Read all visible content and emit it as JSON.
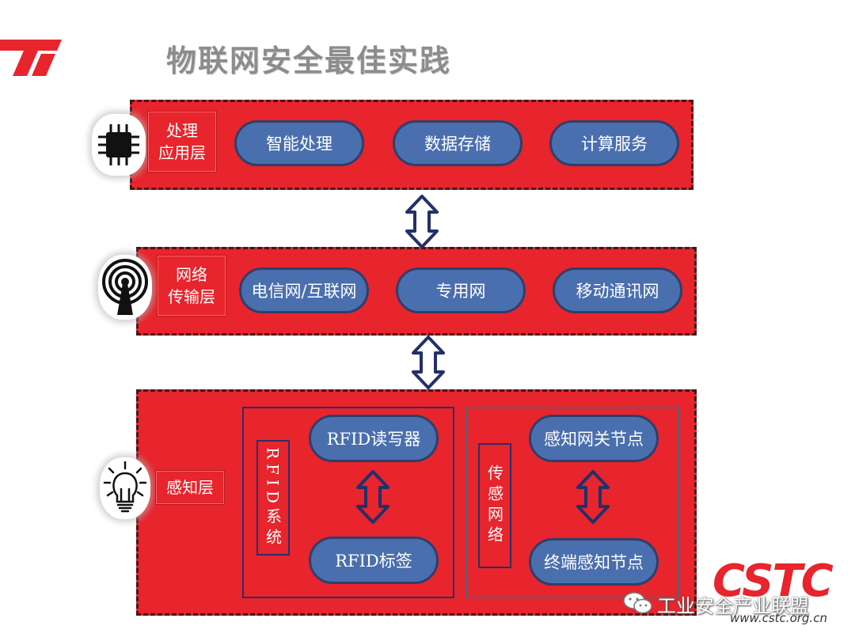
{
  "title": "物联网安全最佳实践",
  "layers": {
    "application": {
      "label_line1": "处理",
      "label_line2": "应用层",
      "items": [
        "智能处理",
        "数据存储",
        "计算服务"
      ]
    },
    "network": {
      "label_line1": "网络",
      "label_line2": "传输层",
      "items": [
        "电信网/互联网",
        "专用网",
        "移动通讯网"
      ]
    },
    "perception": {
      "label": "感知层",
      "rfid_system": {
        "label": "RFID系统",
        "top": "RFID读写器",
        "bottom": "RFID标签"
      },
      "sensor_network": {
        "label": "传感网络",
        "top": "感知网关节点",
        "bottom": "终端感知节点"
      }
    }
  },
  "watermark": {
    "text": "工业安全产业联盟",
    "url": "www.cstc.org.cn",
    "logo": "CSTC"
  },
  "colors": {
    "layer_red": "#e8242c",
    "pill_blue": "#4a6fae",
    "pill_border": "#2f3f6a",
    "arrow_navy": "#22306a"
  }
}
